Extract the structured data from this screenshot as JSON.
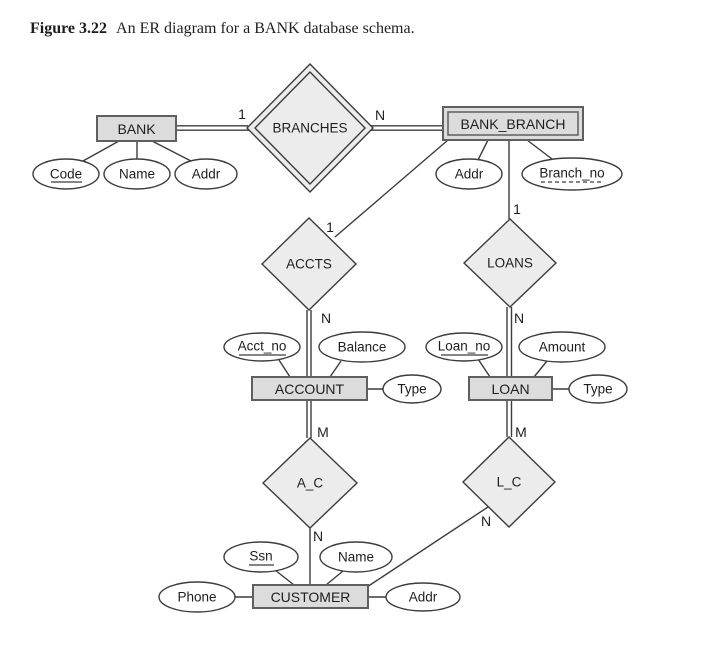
{
  "figure": {
    "label": "Figure 3.22",
    "caption": "An ER diagram for a BANK database schema."
  },
  "colors": {
    "background": "#ffffff",
    "entity_fill": "#dcdcdc",
    "relationship_fill": "#ececec",
    "attribute_fill": "#ffffff",
    "line": "#3c3c3c",
    "text": "#1e1e1e"
  },
  "entities": [
    {
      "name": "BANK",
      "kind": "strong",
      "attributes": [
        {
          "name": "Code",
          "key": "primary"
        },
        {
          "name": "Name",
          "key": "none"
        },
        {
          "name": "Addr",
          "key": "none"
        }
      ]
    },
    {
      "name": "BANK_BRANCH",
      "kind": "weak",
      "attributes": [
        {
          "name": "Addr",
          "key": "none"
        },
        {
          "name": "Branch_no",
          "key": "partial"
        }
      ]
    },
    {
      "name": "ACCOUNT",
      "kind": "strong",
      "attributes": [
        {
          "name": "Acct_no",
          "key": "primary"
        },
        {
          "name": "Balance",
          "key": "none"
        },
        {
          "name": "Type",
          "key": "none"
        }
      ]
    },
    {
      "name": "LOAN",
      "kind": "strong",
      "attributes": [
        {
          "name": "Loan_no",
          "key": "primary"
        },
        {
          "name": "Amount",
          "key": "none"
        },
        {
          "name": "Type",
          "key": "none"
        }
      ]
    },
    {
      "name": "CUSTOMER",
      "kind": "strong",
      "attributes": [
        {
          "name": "Ssn",
          "key": "primary"
        },
        {
          "name": "Name",
          "key": "none"
        },
        {
          "name": "Phone",
          "key": "none"
        },
        {
          "name": "Addr",
          "key": "none"
        }
      ]
    }
  ],
  "relationships": [
    {
      "name": "BRANCHES",
      "kind": "identifying"
    },
    {
      "name": "ACCTS",
      "kind": "regular"
    },
    {
      "name": "LOANS",
      "kind": "regular"
    },
    {
      "name": "A_C",
      "kind": "regular"
    },
    {
      "name": "L_C",
      "kind": "regular"
    }
  ],
  "cardinalities": [
    {
      "edge": "BANK-BRANCHES",
      "label": "1"
    },
    {
      "edge": "BRANCHES-BANK_BRANCH",
      "label": "N"
    },
    {
      "edge": "BANK_BRANCH-ACCTS",
      "label": "1"
    },
    {
      "edge": "BANK_BRANCH-LOANS",
      "label": "1"
    },
    {
      "edge": "ACCTS-ACCOUNT",
      "label": "N"
    },
    {
      "edge": "LOANS-LOAN",
      "label": "N"
    },
    {
      "edge": "ACCOUNT-A_C",
      "label": "M"
    },
    {
      "edge": "LOAN-L_C",
      "label": "M"
    },
    {
      "edge": "A_C-CUSTOMER",
      "label": "N"
    },
    {
      "edge": "L_C-CUSTOMER",
      "label": "N"
    }
  ]
}
